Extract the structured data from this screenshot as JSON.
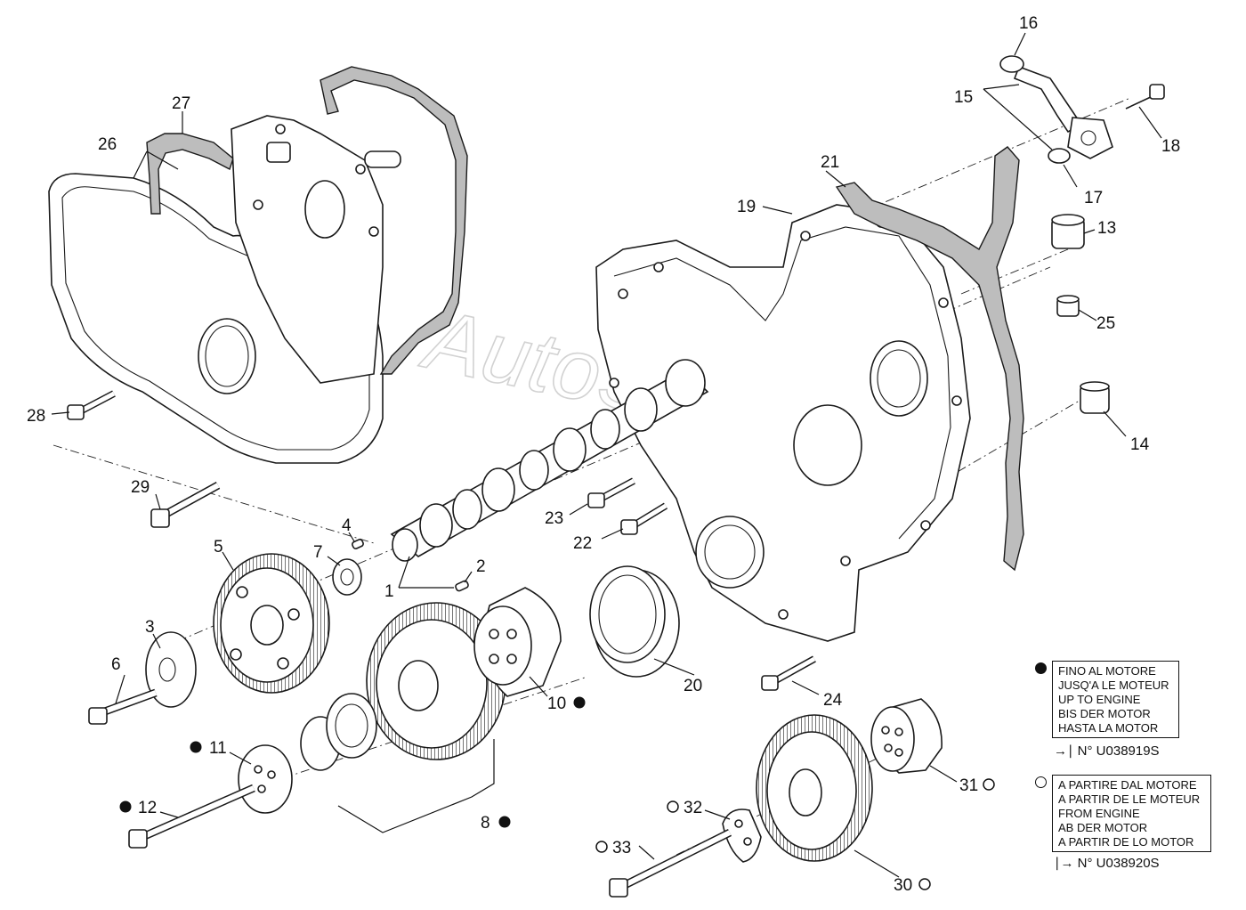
{
  "watermark": "AutoSoft",
  "callouts": [
    {
      "num": "1"
    },
    {
      "num": "2"
    },
    {
      "num": "3"
    },
    {
      "num": "4"
    },
    {
      "num": "5"
    },
    {
      "num": "6"
    },
    {
      "num": "7"
    },
    {
      "num": "8",
      "marker": "filled"
    },
    {
      "num": "10",
      "marker": "filled"
    },
    {
      "num": "11",
      "marker": "filled"
    },
    {
      "num": "12",
      "marker": "filled"
    },
    {
      "num": "13"
    },
    {
      "num": "14"
    },
    {
      "num": "15"
    },
    {
      "num": "16"
    },
    {
      "num": "17"
    },
    {
      "num": "18"
    },
    {
      "num": "19"
    },
    {
      "num": "20"
    },
    {
      "num": "21"
    },
    {
      "num": "22"
    },
    {
      "num": "23"
    },
    {
      "num": "24"
    },
    {
      "num": "25"
    },
    {
      "num": "26"
    },
    {
      "num": "27"
    },
    {
      "num": "28"
    },
    {
      "num": "29"
    },
    {
      "num": "30",
      "marker": "open"
    },
    {
      "num": "31",
      "marker": "open"
    },
    {
      "num": "32",
      "marker": "open"
    },
    {
      "num": "33",
      "marker": "open"
    }
  ],
  "legend": {
    "until": {
      "symbol": "filled",
      "lines": [
        "FINO AL MOTORE",
        "JUSQ'A LE MOTEUR",
        "UP TO ENGINE",
        "BIS DER MOTOR",
        "HASTA LA MOTOR"
      ],
      "engine_no": "N° U038919S"
    },
    "from": {
      "symbol": "open",
      "lines": [
        "A PARTIRE DAL MOTORE",
        "A PARTIR DE LE MOTEUR",
        "FROM ENGINE",
        "AB DER MOTOR",
        "A PARTIR DE LO MOTOR"
      ],
      "engine_no": "N° U038920S"
    }
  }
}
